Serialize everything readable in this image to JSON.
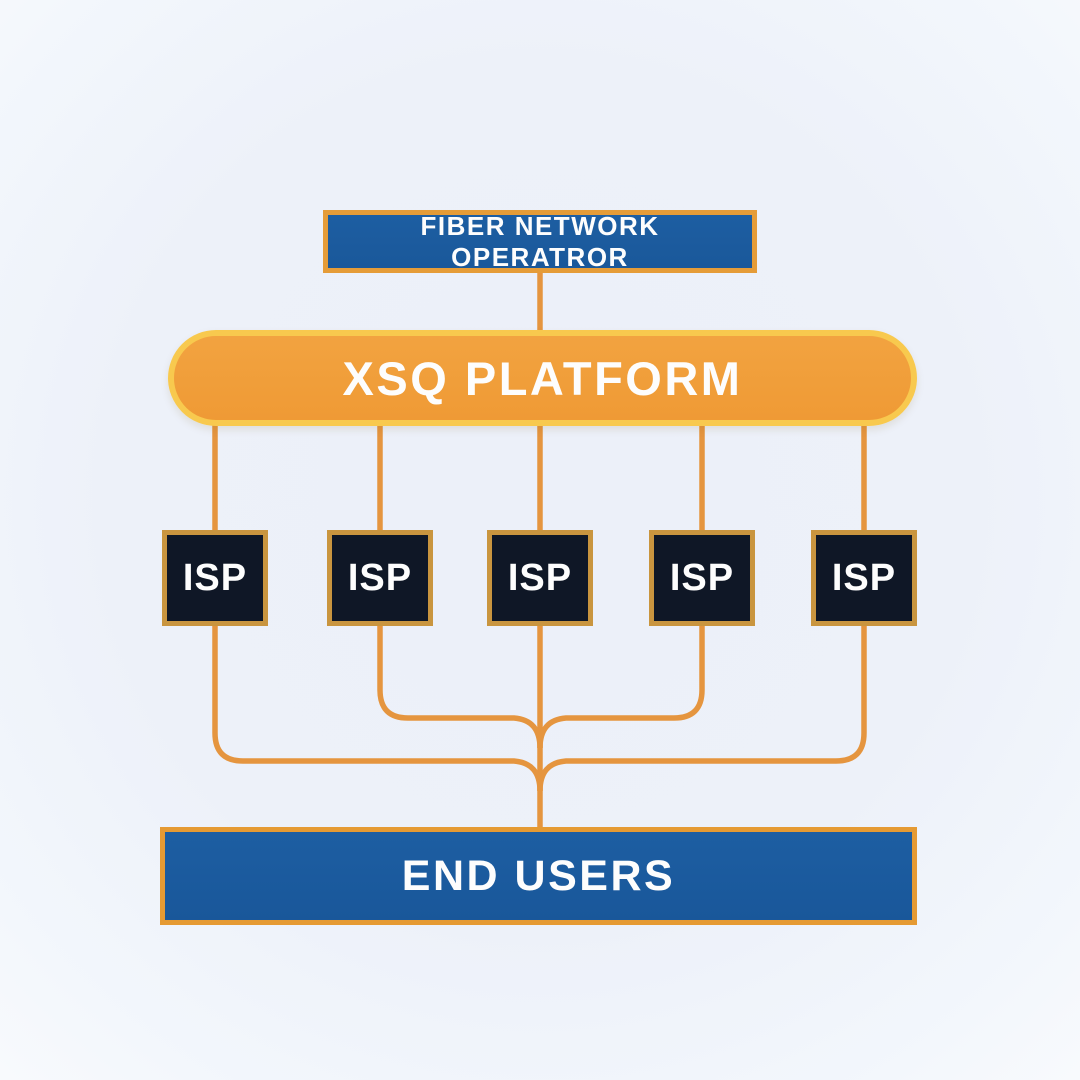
{
  "nodes": {
    "fiber_network_operator": {
      "label": "FIBER NETWORK OPERATROR"
    },
    "xsq_platform": {
      "label": "XSQ PLATFORM"
    },
    "isps": [
      {
        "label": "ISP"
      },
      {
        "label": "ISP"
      },
      {
        "label": "ISP"
      },
      {
        "label": "ISP"
      },
      {
        "label": "ISP"
      }
    ],
    "end_users": {
      "label": "END USERS"
    }
  },
  "colors": {
    "background": "#edf1f9",
    "node_blue": "#1a589a",
    "blue_node_border": "#e59c38",
    "pill_fill": "#f09c38",
    "pill_border": "#f8c94e",
    "isp_fill": "#0f1726",
    "isp_border": "#c9953f",
    "connector": "#e5953f",
    "text": "#fdfdfd"
  }
}
